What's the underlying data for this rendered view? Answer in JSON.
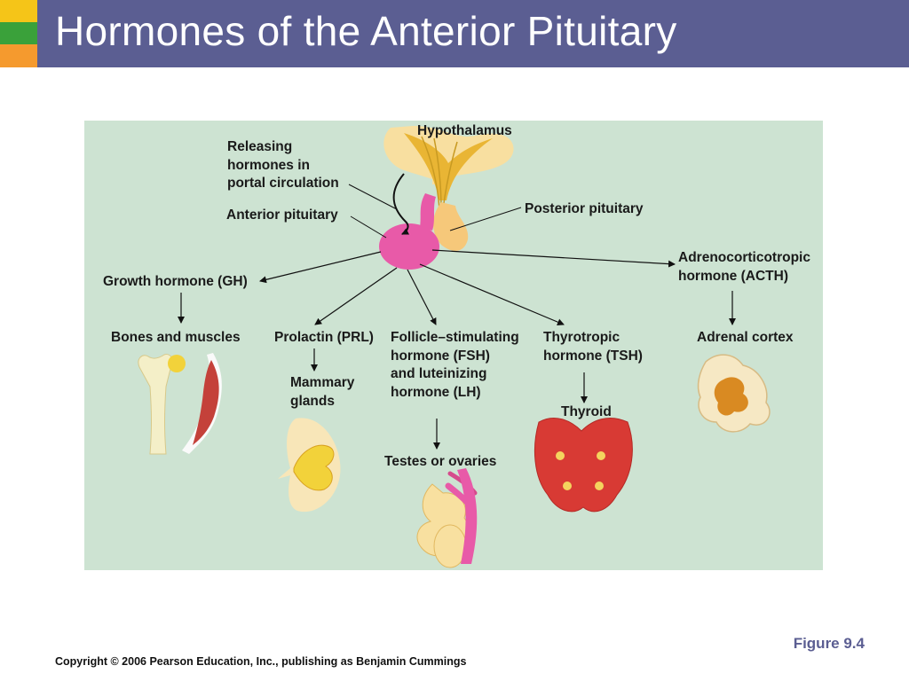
{
  "slide": {
    "title": "Hormones of the Anterior Pituitary",
    "figure_ref": "Figure 9.4",
    "copyright": "Copyright © 2006 Pearson Education, Inc., publishing as Benjamin Cummings"
  },
  "colors": {
    "title_bar": "#5b5e92",
    "accent_yellow": "#f5c518",
    "accent_green": "#3aa13a",
    "accent_orange": "#f59a2e",
    "panel_bg": "#cde3d2",
    "anterior_pituitary": "#e85aa8"
  },
  "labels": {
    "hypothalamus": "Hypothalamus",
    "releasing": "Releasing\nhormones in\nportal circulation",
    "anterior": "Anterior pituitary",
    "posterior": "Posterior pituitary",
    "gh": "Growth hormone (GH)",
    "acth": "Adrenocorticotropic\nhormone (ACTH)",
    "bones": "Bones and muscles",
    "prl": "Prolactin (PRL)",
    "fsh": "Follicle–stimulating\nhormone (FSH)\nand luteinizing\nhormone (LH)",
    "tsh": "Thyrotropic\nhormone (TSH)",
    "adrenal": "Adrenal cortex",
    "mammary": "Mammary\nglands",
    "thyroid": "Thyroid",
    "testes": "Testes or ovaries"
  },
  "icons": [
    "bone-icon",
    "muscle-icon",
    "mammary-gland-icon",
    "testis-ovary-icon",
    "thyroid-gland-icon",
    "adrenal-gland-icon",
    "pituitary-gland-icon"
  ]
}
